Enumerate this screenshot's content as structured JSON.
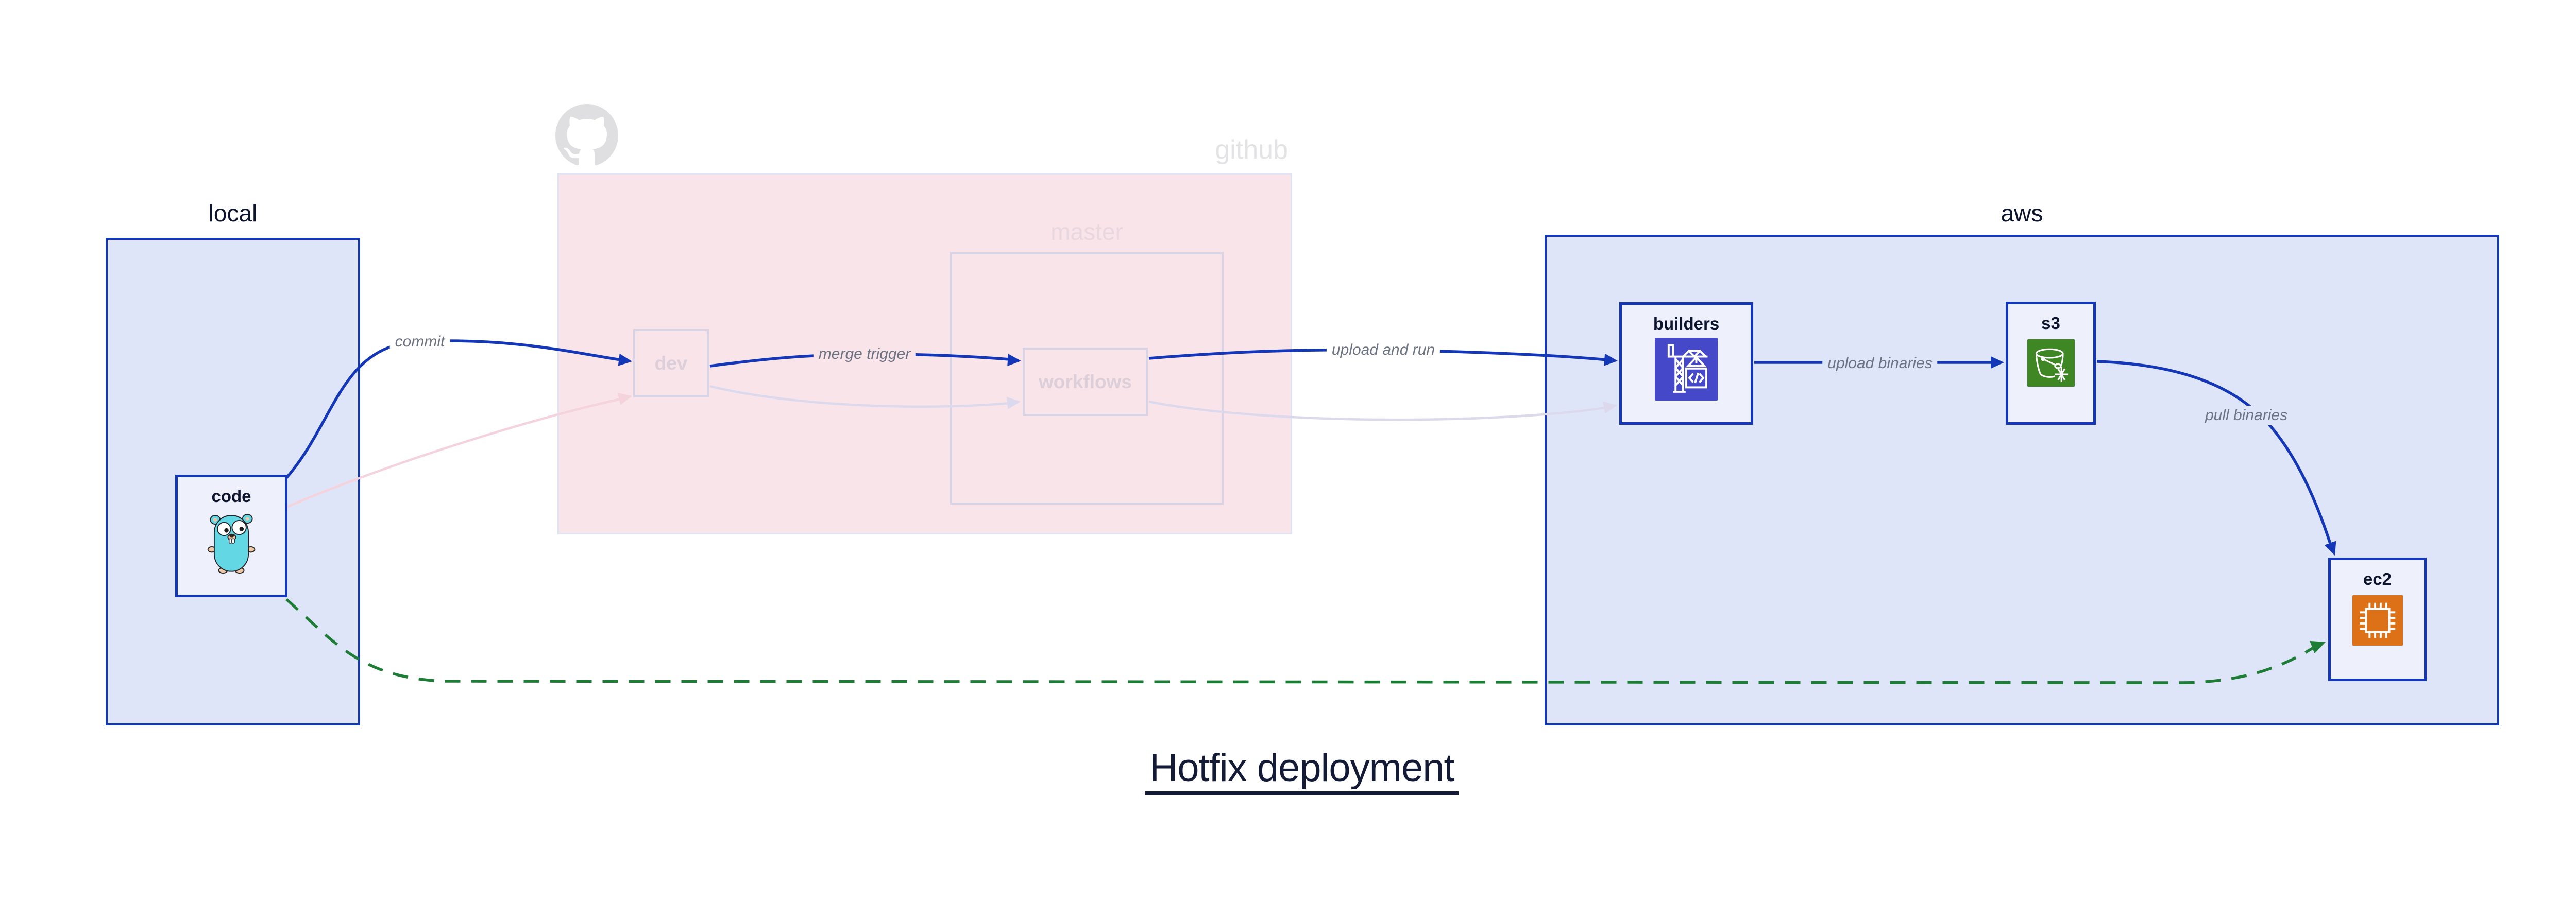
{
  "title": {
    "text": "Hotfix deployment"
  },
  "containers": {
    "local": {
      "label": "local"
    },
    "github": {
      "label": "github",
      "branch_master": {
        "label": "master"
      }
    },
    "aws": {
      "label": "aws"
    }
  },
  "nodes": {
    "code": {
      "label": "code",
      "icon": "gopher-icon"
    },
    "dev": {
      "label": "dev",
      "icon": null
    },
    "workflows": {
      "label": "workflows",
      "icon": null
    },
    "builders": {
      "label": "builders",
      "icon": "codebuild-crane-icon"
    },
    "s3": {
      "label": "s3",
      "icon": "s3-glacier-bucket-icon"
    },
    "ec2": {
      "label": "ec2",
      "icon": "ec2-chip-icon"
    }
  },
  "edges": {
    "commit": {
      "label": "commit",
      "from": "code",
      "to": "dev"
    },
    "merge_trigger": {
      "label": "merge trigger",
      "from": "dev",
      "to": "workflows"
    },
    "upload_and_run": {
      "label": "upload and run",
      "from": "workflows",
      "to": "builders"
    },
    "upload_binaries": {
      "label": "upload binaries",
      "from": "builders",
      "to": "s3"
    },
    "pull_binaries": {
      "label": "pull binaries",
      "from": "s3",
      "to": "ec2"
    },
    "hotfix_dashed": {
      "label": "",
      "from": "code",
      "to": "ec2"
    },
    "ghost_code_dev": {
      "label": "",
      "from": "code",
      "to": "dev"
    },
    "ghost_dev_workflows": {
      "label": "",
      "from": "dev",
      "to": "workflows"
    },
    "ghost_workflows_builders": {
      "label": "",
      "from": "workflows",
      "to": "builders"
    }
  },
  "colors": {
    "accent_blue": "#1437b8",
    "dark_text": "#0d142e",
    "gray_label": "#6b7383",
    "container_fill": "#dfe5f8",
    "node_fill": "#eef1fb",
    "pink_fill": "#f9e4ea",
    "pink_border": "#dfe3f4",
    "faded_border": "#d9d3e6",
    "faded_text": "#dccfda",
    "master_text": "#e9d7df",
    "github_text": "#e3e3e5",
    "ghost_pink": "#f4d3dc",
    "ghost_lavender": "#dcd9ed",
    "green": "#1d7c35",
    "gopher_teal": "#63d7e4",
    "gopher_tan": "#f0c9a6",
    "codebuild_bg": "#4549c9",
    "glacier_bg": "#3f8624",
    "ec2_bg": "#dd7118",
    "octocat_gray": "#dfdfe1"
  }
}
